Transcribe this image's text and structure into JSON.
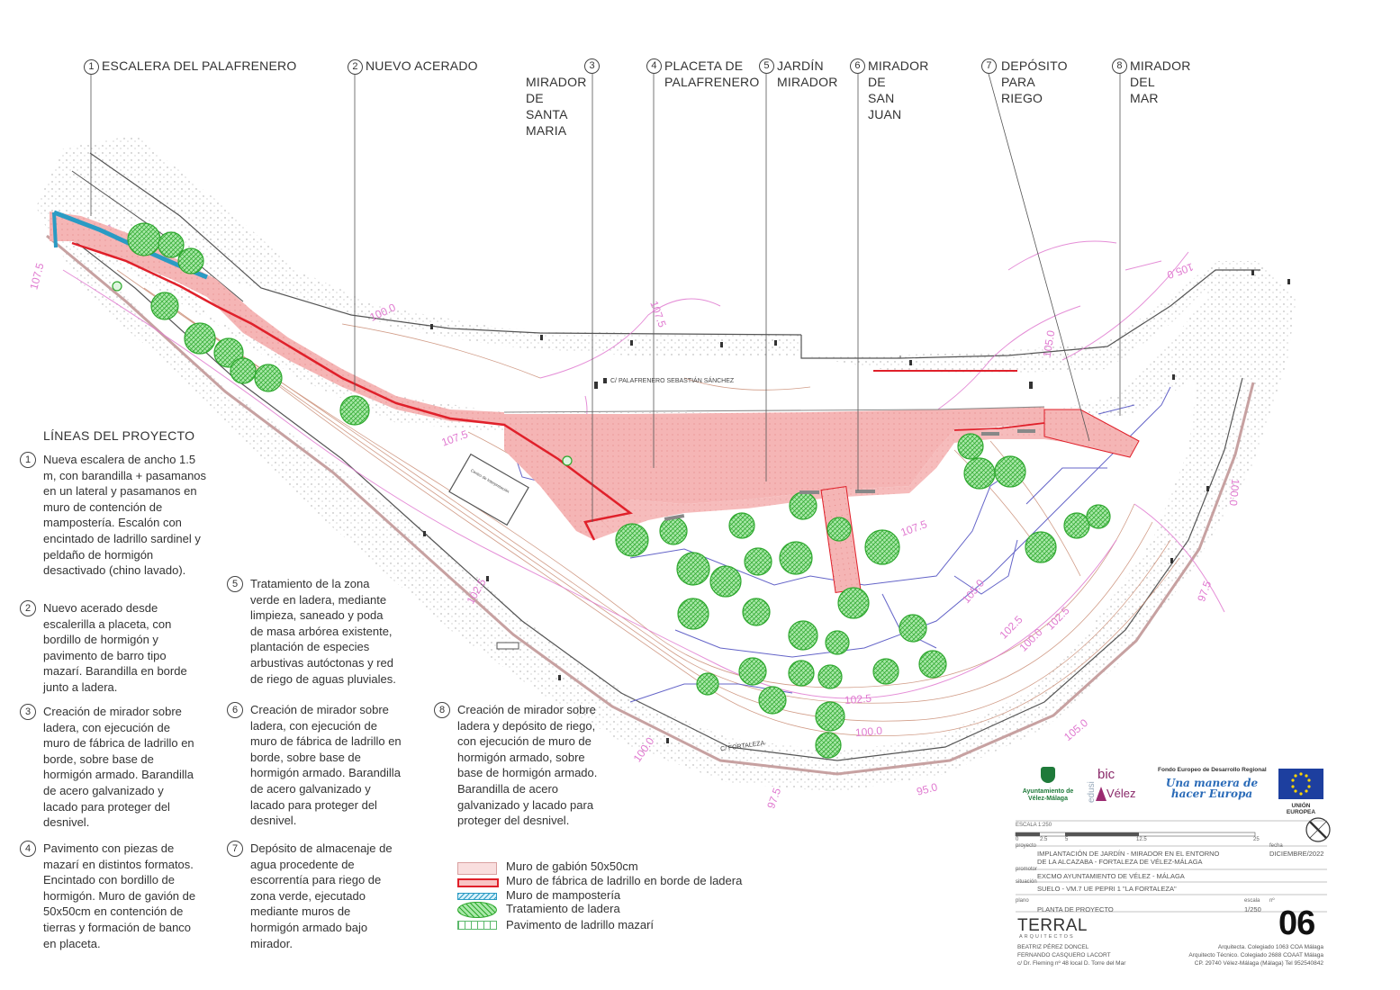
{
  "callouts": [
    {
      "num": "1",
      "text": "ESCALERA DEL PALAFRENERO"
    },
    {
      "num": "2",
      "text": "NUEVO ACERADO"
    },
    {
      "num": "3",
      "text": "MIRADOR\nDE\nSANTA\nMARIA"
    },
    {
      "num": "4",
      "text": "PLACETA DE\nPALAFRENERO"
    },
    {
      "num": "5",
      "text": "JARDÍN\nMIRADOR"
    },
    {
      "num": "6",
      "text": "MIRADOR\nDE\nSAN\nJUAN"
    },
    {
      "num": "7",
      "text": "DEPÓSITO\nPARA\nRIEGO"
    },
    {
      "num": "8",
      "text": "MIRADOR\nDEL\nMAR"
    }
  ],
  "map_labels": {
    "street1": "C/ PALAFRENERO SEBASTIÁN SÁNCHEZ",
    "street2": "C/ FORTALEZA",
    "small_box": "Centro de Interpretación",
    "contours": [
      "107.5",
      "100.0",
      "107.5",
      "107.5",
      "102.5",
      "105.0",
      "105.0",
      "107.5",
      "102.5",
      "100.0",
      "97.5",
      "95.0",
      "100.0",
      "105.0",
      "102.5",
      "100.0",
      "97.5",
      "105.0",
      "102.5",
      "100.0"
    ]
  },
  "lines_title": "LÍNEAS DEL PROYECTO",
  "items": [
    {
      "num": "1",
      "text": "Nueva escalera de ancho 1.5 m, con barandilla + pasamanos en un lateral y pasamanos en muro de contención de mampostería. Escalón con encintado de ladrillo sardinel y peldaño de hormigón desactivado (chino lavado)."
    },
    {
      "num": "2",
      "text": "Nuevo acerado desde escalerilla a placeta, con bordillo de hormigón y pavimento de barro tipo mazarí. Barandilla en borde junto a ladera."
    },
    {
      "num": "3",
      "text": "Creación de mirador sobre ladera, con ejecución de muro de fábrica de ladrillo en borde, sobre base de hormigón armado. Barandilla de acero galvanizado y lacado para proteger del desnivel."
    },
    {
      "num": "4",
      "text": "Pavimento con piezas de mazarí en distintos formatos. Encintado con bordillo de hormigón. Muro de gavión de 50x50cm en contención de tierras y formación de banco en placeta."
    },
    {
      "num": "5",
      "text": "Tratamiento de la zona verde en ladera, mediante limpieza, saneado y poda de masa arbórea existente, plantación de especies arbustivas autóctonas y red de riego de aguas pluviales."
    },
    {
      "num": "6",
      "text": "Creación de mirador sobre ladera, con ejecución de muro de fábrica de ladrillo en borde, sobre base de hormigón armado. Barandilla de acero galvanizado y lacado para proteger del desnivel."
    },
    {
      "num": "7",
      "text": "Depósito de almacenaje de agua procedente de escorrentía para riego de zona verde, ejecutado mediante muros de hormigón armado bajo mirador."
    },
    {
      "num": "8",
      "text": "Creación de mirador sobre ladera y depósito de riego, con ejecución de muro de hormigón armado, sobre base de hormigón armado. Barandilla de acero galvanizado y lacado para proteger del desnivel."
    }
  ],
  "legend": [
    {
      "label": "Muro de gabión 50x50cm",
      "style": "gabion"
    },
    {
      "label": "Muro de fábrica de ladrillo en borde de ladera",
      "style": "brick"
    },
    {
      "label": "Muro de mampostería",
      "style": "masonry"
    },
    {
      "label": "Tratamiento de ladera",
      "style": "trees"
    },
    {
      "label": "Pavimento de ladrillo mazarí",
      "style": "mazari"
    }
  ],
  "logos": {
    "ayto": "Ayuntamiento de Vélez-Málaga",
    "edusi_a": "edusi",
    "edusi_b": "bic",
    "edusi_c": "Vélez",
    "feder_top": "Fondo Europeo de Desarrollo Regional",
    "feder_script": "Una manera de hacer Europa",
    "eu": "UNIÓN EUROPEA"
  },
  "title_block": {
    "scale_caption": "ESCALA 1:250",
    "scale_ticks": [
      "0",
      "2.5",
      "5",
      "12.5",
      "25"
    ],
    "proyecto_label": "proyecto",
    "proyecto": "IMPLANTACIÓN DE JARDÍN - MIRADOR EN EL ENTORNO DE LA ALCAZABA - FORTALEZA DE VÉLEZ-MÁLAGA",
    "fecha_label": "fecha",
    "fecha": "DICIEMBRE/2022",
    "promotor_label": "promotor",
    "promotor": "EXCMO AYUNTAMIENTO DE VÉLEZ - MÁLAGA",
    "situacion_label": "situación",
    "situacion": "SUELO - VM.7 UE PEPRI 1 \"LA FORTALEZA\"",
    "plano_label": "plano",
    "plano": "PLANTA DE PROYECTO",
    "escala_label": "escala",
    "escala": "1/250",
    "n_label": "nº",
    "number": "06",
    "firm": "TERRAL",
    "firm_sub": "ARQUITECTOS",
    "author1": "BEATRIZ PÉREZ DONCEL",
    "author2": "FERNANDO CASQUERO LACORT",
    "address": "c/ Dr. Fleming nº 48 local D. Torre del Mar",
    "cred1": "Arquitecta. Colegiado 1063 COA Málaga",
    "cred2": "Arquitecto Técnico. Colegiado 2688 COAAT Málaga",
    "cred3": "CP. 29740 Vélez-Málaga (Málaga) Tel 952540842"
  },
  "colors": {
    "brick_wall": "#e0202a",
    "plaza_fill": "#f6b9b9",
    "tree": "#2ea82e",
    "tree_fill": "#9ee39e",
    "contour_pink": "#e07ad0",
    "contour_brown": "#c98b73",
    "masonry": "#2a9bc4"
  }
}
